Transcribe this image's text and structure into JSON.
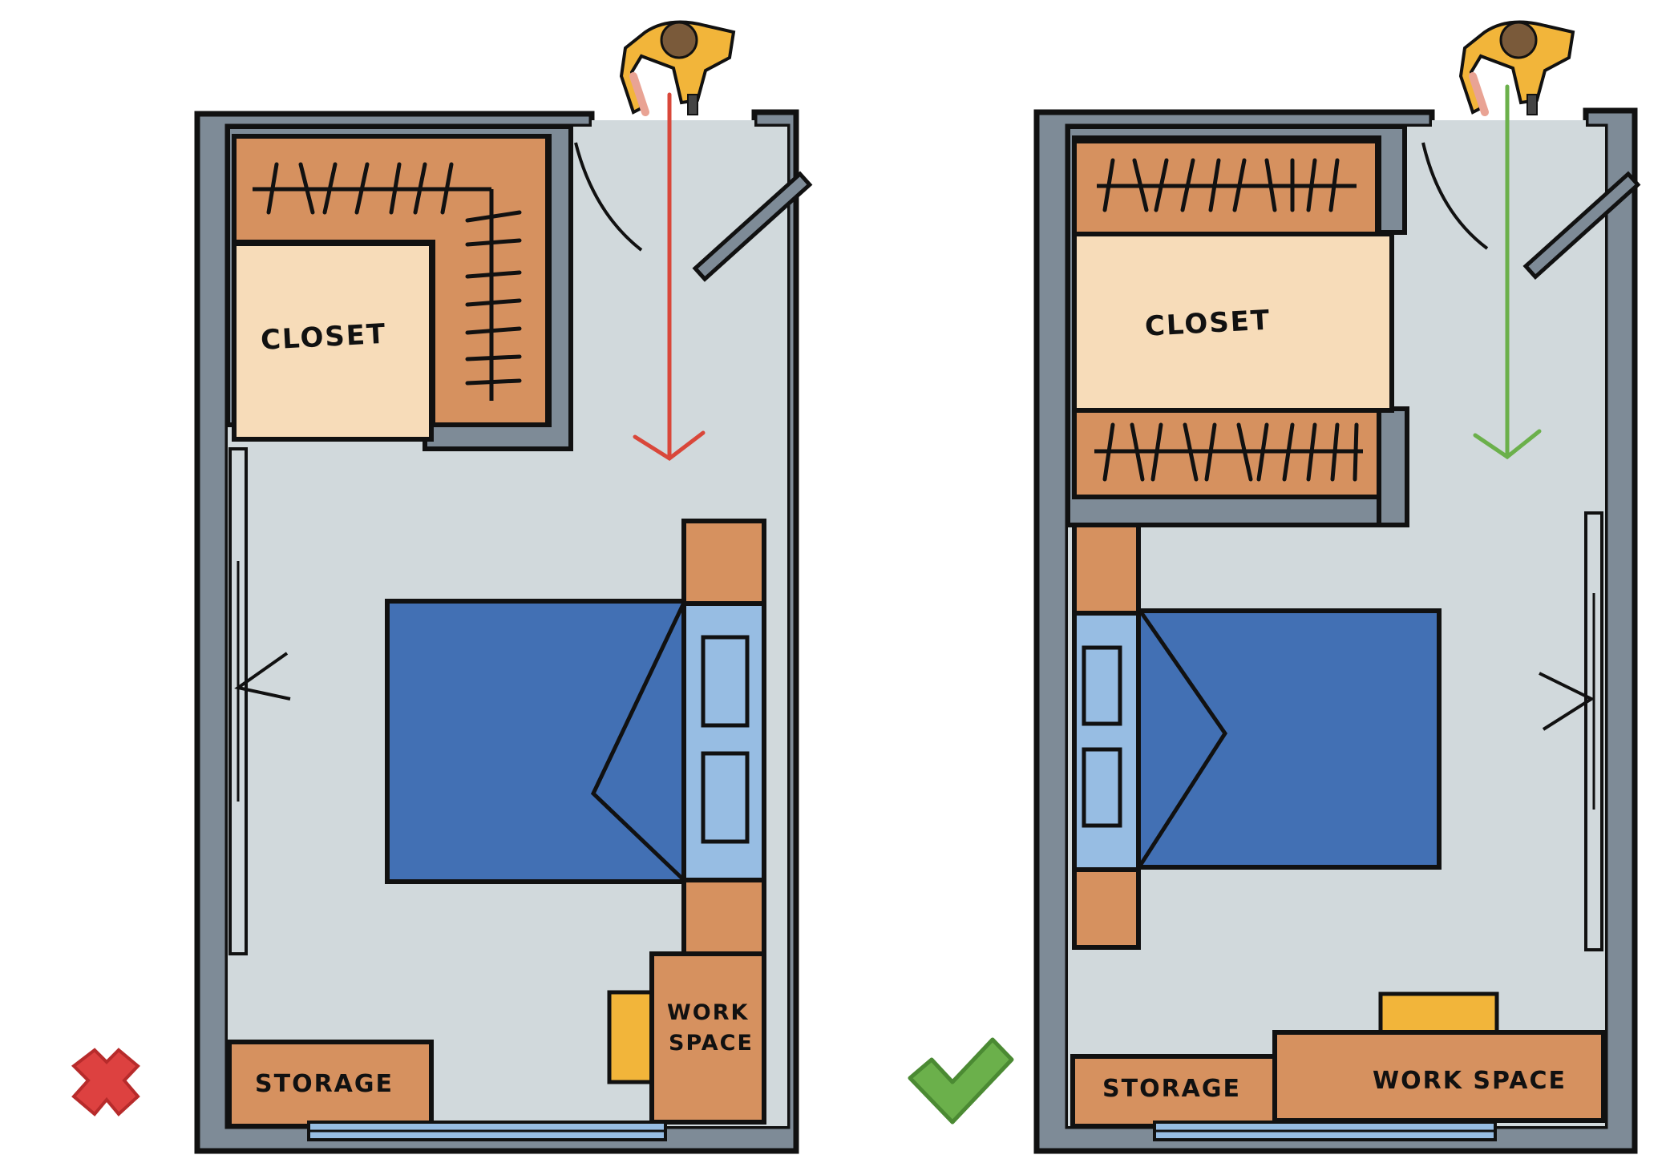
{
  "labels": {
    "closet": "CLOSET",
    "storage": "STORAGE",
    "work": "WORK",
    "space": "SPACE",
    "work_space": "WORK SPACE"
  },
  "verdicts": {
    "left": "cross-mark-icon",
    "right": "check-mark-icon"
  },
  "colors": {
    "wall": "#7e8b97",
    "floor": "#d1d9dc",
    "wardrobe": "#d6915f",
    "closet_inner": "#f7dcb9",
    "bed": "#4270b4",
    "nightstand": "#97bde3",
    "chair": "#f2b53a",
    "person_shirt": "#f2b53a",
    "person_hair": "#7a5a3a",
    "arrow_bad": "#d9473a",
    "arrow_good": "#6bb04b",
    "cross": "#dd4140",
    "check": "#6bb04b"
  }
}
